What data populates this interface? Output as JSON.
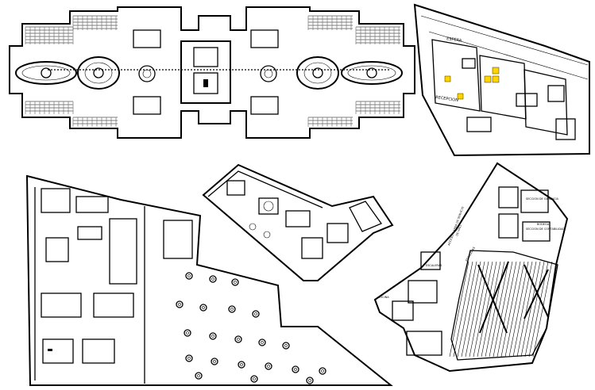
{
  "labels": {
    "plan_b_top": "ESPERA",
    "plan_b_mid": "RECEPCION",
    "plan_e_1": "SECCION DE GERENCIA",
    "plan_e_2": "SECCION DE CONTABILIDAD",
    "plan_e_3": "ACCESO A AREA DE SERVICIO",
    "plan_e_4": "DE HALL",
    "plan_e_5": "ESCALERAS",
    "plan_e_6": "COCINA",
    "plan_e_7": "ESCALERAS",
    "plan_e_8": "BODEGA"
  },
  "colors": {
    "line": "#000000",
    "highlight": "#ffd400",
    "background": "#ffffff"
  }
}
